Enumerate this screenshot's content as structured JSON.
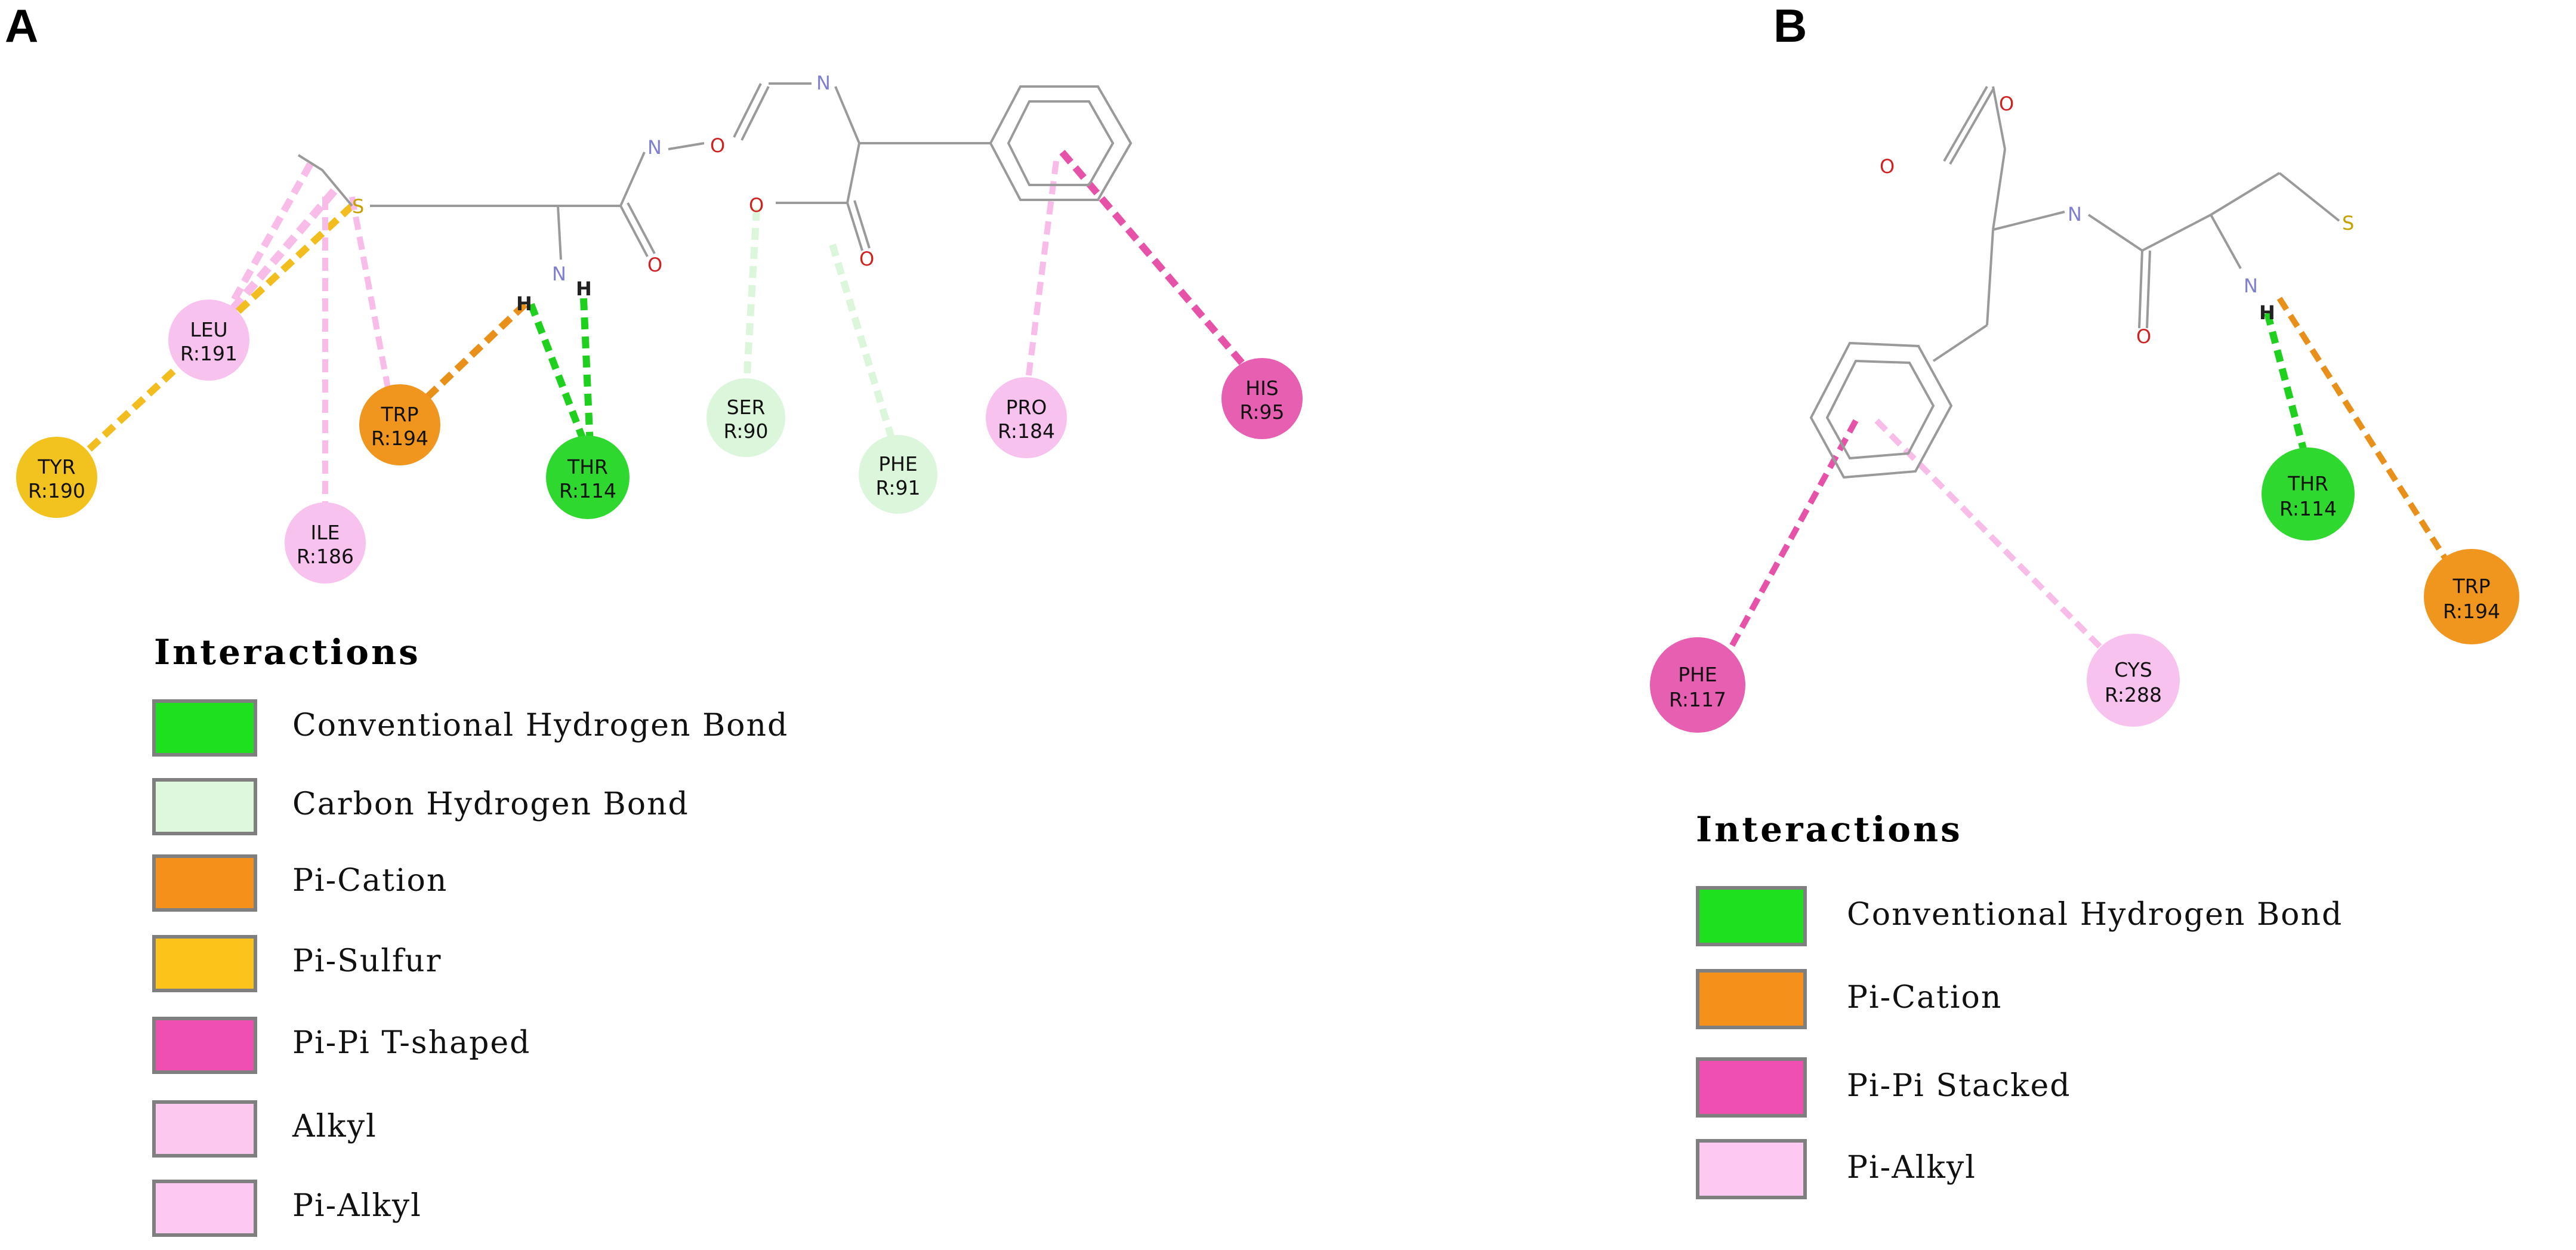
{
  "panels": [
    {
      "letter": "A",
      "residues": [
        {
          "name": "LEU",
          "number": "R:191",
          "type": "Alkyl",
          "color": "#f7c3ee"
        },
        {
          "name": "TYR",
          "number": "R:190",
          "type": "Pi-Sulfur",
          "color": "#f2c21e"
        },
        {
          "name": "TRP",
          "number": "R:194",
          "type": "Pi-Cation",
          "color": "#f0961e"
        },
        {
          "name": "THR",
          "number": "R:114",
          "type": "Conventional Hydrogen Bond",
          "color": "#2fd82f"
        },
        {
          "name": "ILE",
          "number": "R:186",
          "type": "Alkyl",
          "color": "#f7c3ee"
        },
        {
          "name": "SER",
          "number": "R:90",
          "type": "Carbon Hydrogen Bond",
          "color": "#dcf6dc"
        },
        {
          "name": "PHE",
          "number": "R:91",
          "type": "Carbon Hydrogen Bond",
          "color": "#dcf6dc"
        },
        {
          "name": "PRO",
          "number": "R:184",
          "type": "Pi-Alkyl",
          "color": "#f7c3ee"
        },
        {
          "name": "HIS",
          "number": "R:95",
          "type": "Pi-Pi T-shaped",
          "color": "#e65fb0"
        }
      ],
      "atoms": [
        "S",
        "N",
        "H",
        "H",
        "O",
        "N",
        "O",
        "N",
        "O",
        "O"
      ],
      "legend": {
        "title": "Interactions",
        "items": [
          {
            "label": "Conventional Hydrogen Bond",
            "color": "#1fe01f"
          },
          {
            "label": "Carbon Hydrogen Bond",
            "color": "#ddf8dd"
          },
          {
            "label": "Pi-Cation",
            "color": "#f5901a"
          },
          {
            "label": "Pi-Sulfur",
            "color": "#fcc31b"
          },
          {
            "label": "Pi-Pi T-shaped",
            "color": "#f04fb2"
          },
          {
            "label": "Alkyl",
            "color": "#fcc8f0"
          },
          {
            "label": "Pi-Alkyl",
            "color": "#fdc8f2"
          }
        ]
      }
    },
    {
      "letter": "B",
      "residues": [
        {
          "name": "THR",
          "number": "R:114",
          "type": "Conventional Hydrogen Bond",
          "color": "#2fd82f"
        },
        {
          "name": "TRP",
          "number": "R:194",
          "type": "Pi-Cation",
          "color": "#f0961e"
        },
        {
          "name": "PHE",
          "number": "R:117",
          "type": "Pi-Pi Stacked",
          "color": "#e65fb0"
        },
        {
          "name": "CYS",
          "number": "R:288",
          "type": "Pi-Alkyl",
          "color": "#f7c3ee"
        }
      ],
      "atoms": [
        "O",
        "O",
        "N",
        "O",
        "N",
        "H",
        "S"
      ],
      "legend": {
        "title": "Interactions",
        "items": [
          {
            "label": "Conventional Hydrogen Bond",
            "color": "#1fe01f"
          },
          {
            "label": "Pi-Cation",
            "color": "#f5901a"
          },
          {
            "label": "Pi-Pi Stacked",
            "color": "#f04fb2"
          },
          {
            "label": "Pi-Alkyl",
            "color": "#fdc8f2"
          }
        ]
      }
    }
  ]
}
